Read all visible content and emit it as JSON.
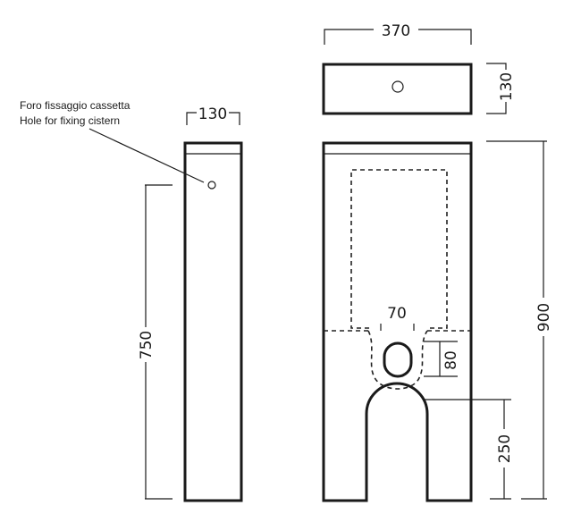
{
  "annotation": {
    "line_it": "Foro fissaggio cassetta",
    "line_en": "Hole for fixing cistern"
  },
  "dimensions": {
    "top_width": "370",
    "top_depth": "130",
    "side_depth": "130",
    "side_height": "750",
    "front_height": "900",
    "opening_width": "70",
    "opening_height": "80",
    "arch_height": "250"
  }
}
